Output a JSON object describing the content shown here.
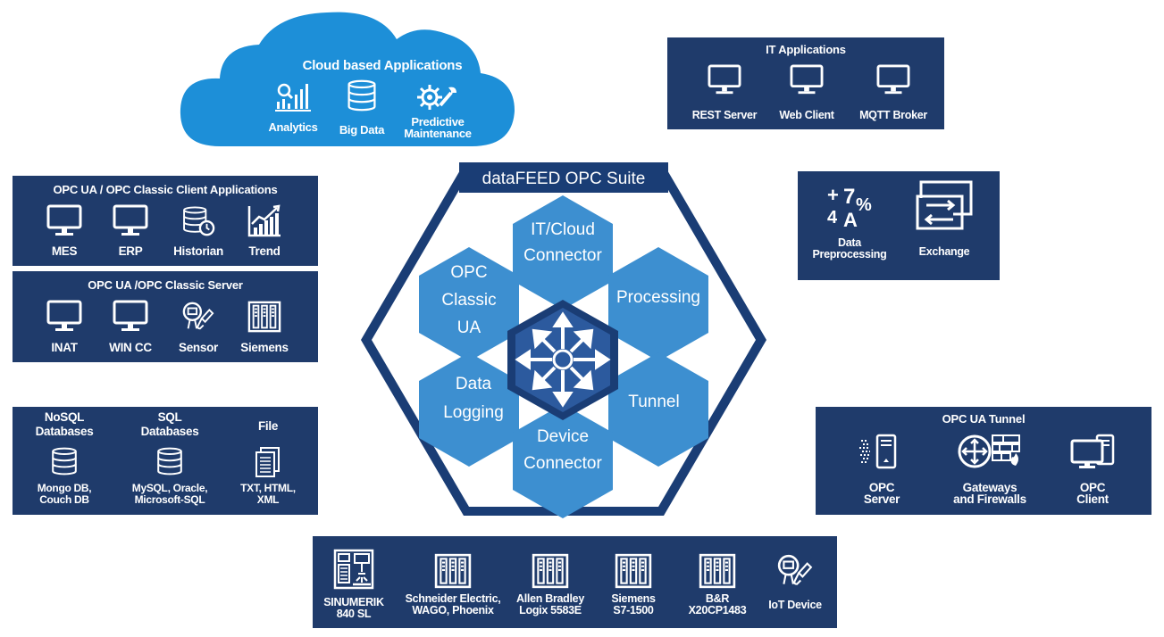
{
  "cloud": {
    "title": "Cloud based Applications",
    "items": [
      {
        "label": "Analytics",
        "icon": "analytics-icon"
      },
      {
        "label": "Big Data",
        "icon": "database-icon"
      },
      {
        "label_line1": "Predictive",
        "label_line2": "Maintenance",
        "icon": "gear-wrench-icon"
      }
    ]
  },
  "it_apps": {
    "title": "IT Applications",
    "items": [
      {
        "label": "REST Server",
        "icon": "monitor-icon"
      },
      {
        "label": "Web Client",
        "icon": "monitor-icon"
      },
      {
        "label": "MQTT Broker",
        "icon": "monitor-icon"
      }
    ]
  },
  "client_apps": {
    "title": "OPC UA / OPC Classic Client Applications",
    "items": [
      {
        "label": "MES",
        "icon": "monitor-icon"
      },
      {
        "label": "ERP",
        "icon": "monitor-icon"
      },
      {
        "label": "Historian",
        "icon": "database-history-icon"
      },
      {
        "label": "Trend",
        "icon": "trend-chart-icon"
      }
    ]
  },
  "server": {
    "title": "OPC UA /OPC Classic Server",
    "items": [
      {
        "label": "INAT",
        "icon": "monitor-icon"
      },
      {
        "label": "WIN CC",
        "icon": "monitor-icon"
      },
      {
        "label": "Sensor",
        "icon": "sensor-icon"
      },
      {
        "label": "Siemens",
        "icon": "plc-icon"
      }
    ]
  },
  "databases": {
    "items": [
      {
        "title_line1": "NoSQL",
        "title_line2": "Databases",
        "sub_line1": "Mongo DB,",
        "sub_line2": "Couch DB",
        "icon": "database-icon"
      },
      {
        "title_line1": "SQL",
        "title_line2": "Databases",
        "sub_line1": "MySQL, Oracle,",
        "sub_line2": "Microsoft-SQL",
        "icon": "database-icon"
      },
      {
        "title_line1": "File",
        "sub_line1": "TXT, HTML,",
        "sub_line2": "XML",
        "icon": "file-icon"
      }
    ]
  },
  "devices": {
    "items": [
      {
        "line1": "SINUMERIK",
        "line2": "840 SL",
        "icon": "cnc-machine-icon"
      },
      {
        "line1": "Schneider Electric,",
        "line2": "WAGO, Phoenix",
        "icon": "plc-icon"
      },
      {
        "line1": "Allen Bradley",
        "line2": "Logix 5583E",
        "icon": "plc-icon"
      },
      {
        "line1": "Siemens",
        "line2": "S7-1500",
        "icon": "plc-icon"
      },
      {
        "line1": "B&R",
        "line2": "X20CP1483",
        "icon": "plc-icon"
      },
      {
        "line1": "IoT Device",
        "icon": "sensor-icon"
      }
    ]
  },
  "processing": {
    "symbols": {
      "plus": "+",
      "seven": "7",
      "percent": "%",
      "four": "4",
      "a": "A"
    },
    "items": [
      {
        "line1": "Data",
        "line2": "Preprocessing",
        "icon": "math-symbols-icon"
      },
      {
        "line1": "Exchange",
        "icon": "exchange-arrows-icon"
      }
    ]
  },
  "tunnel": {
    "title": "OPC UA Tunnel",
    "items": [
      {
        "line1": "OPC",
        "line2": "Server",
        "icon": "server-icon"
      },
      {
        "line1": "Gateways",
        "line2": "and Firewalls",
        "icon": "router-firewall-icon"
      },
      {
        "line1": "OPC",
        "line2": "Client",
        "icon": "client-icon"
      }
    ]
  },
  "center": {
    "title": "dataFEED OPC Suite",
    "modules": {
      "it_cloud": [
        "IT/Cloud",
        "Connector"
      ],
      "opc": [
        "OPC",
        "Classic",
        "UA"
      ],
      "processing": [
        "Processing"
      ],
      "data_logging": [
        "Data",
        "Logging"
      ],
      "tunnel": [
        "Tunnel"
      ],
      "device": [
        "Device",
        "Connector"
      ]
    },
    "hub_icon": "hub-arrows-icon"
  },
  "colors": {
    "panel": "#1f3b6b",
    "cloud": "#1d8fd8",
    "hex": "#3d8fd0",
    "hex_frame": "#1a3d75",
    "hub": "#1f4a8c"
  }
}
